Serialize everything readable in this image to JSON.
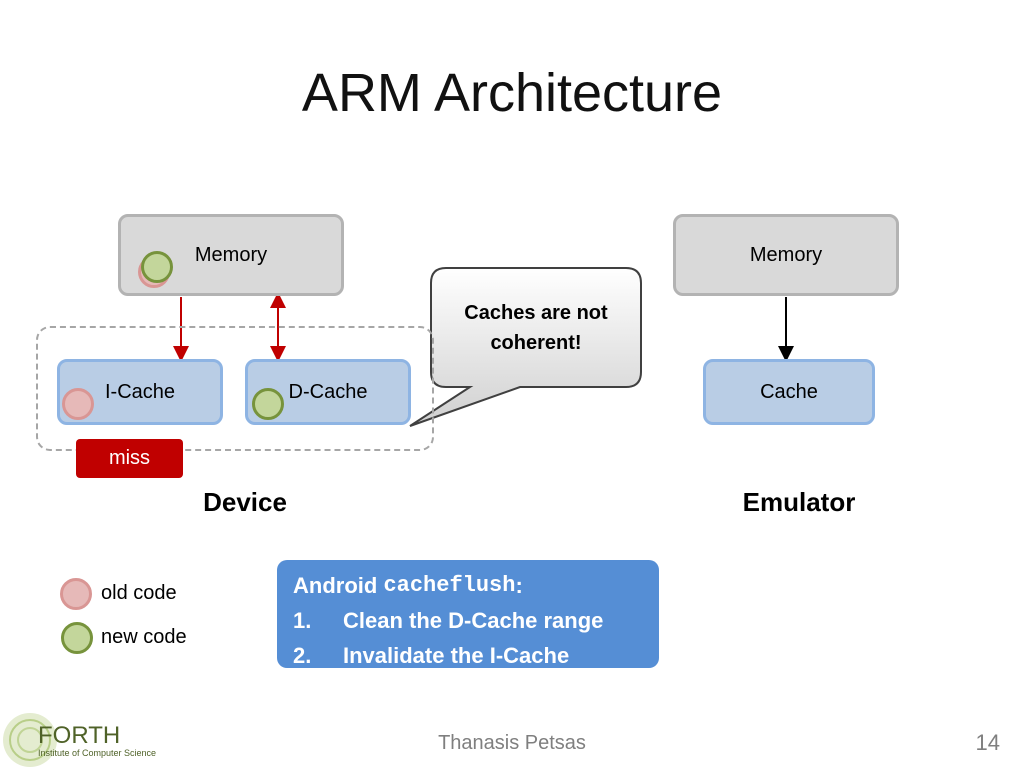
{
  "slide": {
    "title": "ARM Architecture",
    "footer_author": "Thanasis Petsas",
    "page_number": "14"
  },
  "device": {
    "memory_label": "Memory",
    "icache_label": "I-Cache",
    "dcache_label": "D-Cache",
    "miss_label": "miss",
    "section_label": "Device"
  },
  "emulator": {
    "memory_label": "Memory",
    "cache_label": "Cache",
    "section_label": "Emulator"
  },
  "callout": {
    "line1": "Caches are not",
    "line2": "coherent!"
  },
  "info_box": {
    "prefix": "Android ",
    "code": "cacheflush",
    "suffix": ":",
    "steps": [
      {
        "num": "1.",
        "text": "Clean the D-Cache range"
      },
      {
        "num": "2.",
        "text": "Invalidate the I-Cache"
      }
    ]
  },
  "legend": {
    "old_label": "old code",
    "new_label": "new code"
  },
  "logo": {
    "name": "FORTH",
    "subtitle": "Institute of Computer Science"
  },
  "colors": {
    "old_code": "#e6b9b8",
    "new_code": "#c3d69b",
    "arrow_red": "#c00000",
    "info_blue": "#558ed5",
    "miss_red": "#c00000"
  }
}
